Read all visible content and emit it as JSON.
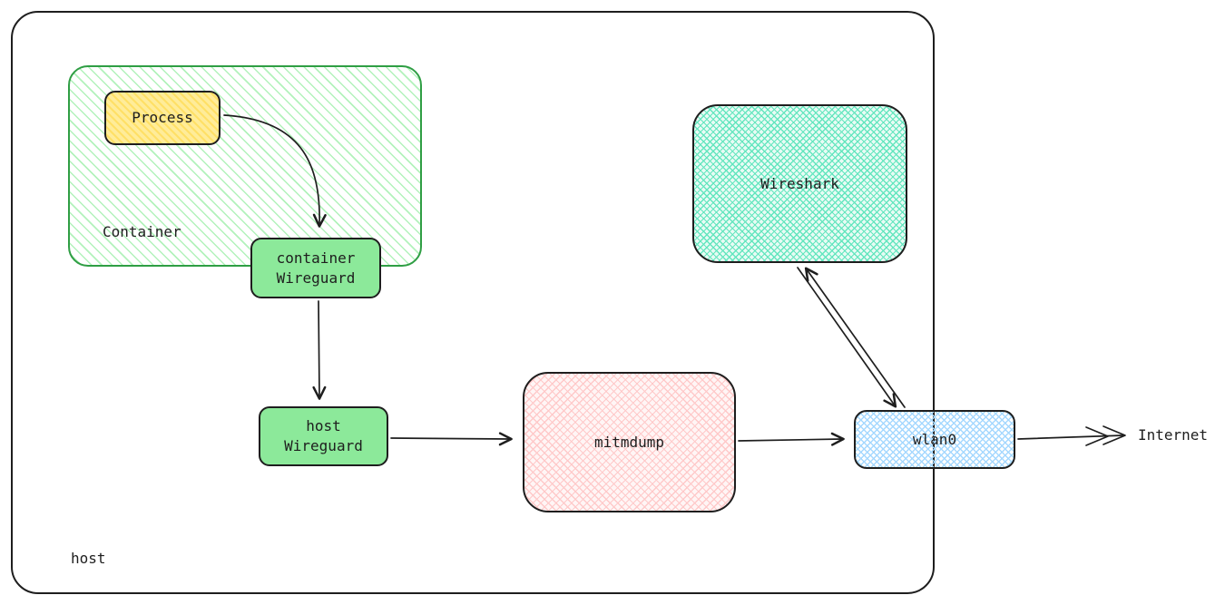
{
  "labels": {
    "host": "host",
    "container": "Container",
    "internet": "Internet"
  },
  "nodes": {
    "process": "Process",
    "container_wireguard": "container\nWireguard",
    "host_wireguard": "host\nWireguard",
    "mitmdump": "mitmdump",
    "wireshark": "Wireshark",
    "wlan0": "wlan0"
  },
  "colors": {
    "stroke": "#1e1e1e",
    "container-border": "#2f9e44",
    "container-fill": "#b2f2bb",
    "process-fill": "#ffe066",
    "wireguard-fill": "#8ce99a",
    "mitmdump-fill": "#ffc9c9",
    "wireshark-fill": "#63e6be",
    "wlan0-fill": "#a5d8ff"
  }
}
